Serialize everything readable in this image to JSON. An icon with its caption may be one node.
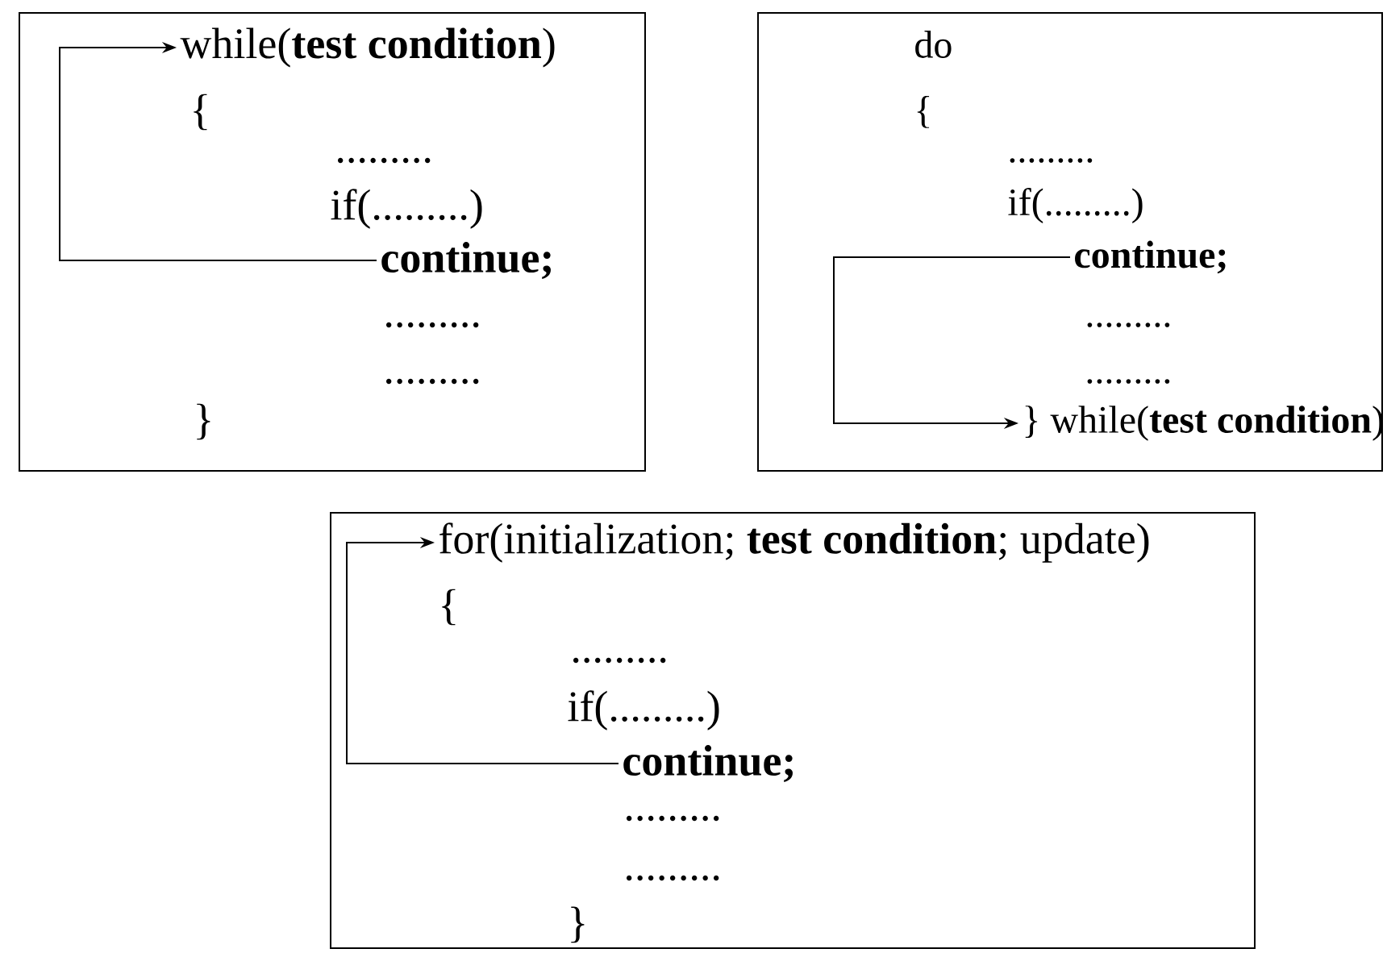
{
  "diagram": {
    "nodes": [
      {
        "text": [],
        "shape": "box"
      },
      {
        "text": [
          "while(**test condition**)"
        ],
        "in": 0
      },
      {
        "text": [
          "{"
        ],
        "in": 0
      },
      {
        "text": [
          "........."
        ],
        "in": 0
      },
      {
        "text": [
          "if(.........)"
        ],
        "in": 0
      },
      {
        "text": [
          "continue;"
        ],
        "in": 0
      },
      {
        "text": [
          "........."
        ],
        "in": 0
      },
      {
        "text": [
          "........."
        ],
        "in": 0
      },
      {
        "text": [
          "}"
        ],
        "in": 0
      },
      {
        "text": [],
        "shape": "box"
      },
      {
        "text": [
          "do"
        ],
        "in": 9
      },
      {
        "text": [
          "{"
        ],
        "in": 9
      },
      {
        "text": [
          "........."
        ],
        "in": 9
      },
      {
        "text": [
          "if(.........)"
        ],
        "in": 9
      },
      {
        "text": [
          "continue;"
        ],
        "in": 9
      },
      {
        "text": [
          "........."
        ],
        "in": 9
      },
      {
        "text": [
          "........."
        ],
        "in": 9
      },
      {
        "text": [
          "} while(**test condition**)"
        ],
        "in": 9
      },
      {
        "text": [],
        "shape": "box"
      },
      {
        "text": [
          "for(initialization; **test condition**; update)"
        ],
        "in": 18
      },
      {
        "text": [
          "{"
        ],
        "in": 18
      },
      {
        "text": [
          "........."
        ],
        "in": 18
      },
      {
        "text": [
          "if(.........)"
        ],
        "in": 18
      },
      {
        "text": [
          "continue;"
        ],
        "in": 18
      },
      {
        "text": [
          "........."
        ],
        "in": 18
      },
      {
        "text": [
          "........."
        ],
        "in": 18
      },
      {
        "text": [
          "}"
        ],
        "in": 18
      }
    ],
    "edges": [
      {
        "from": 5,
        "to": 1,
        "arrow": "to"
      },
      {
        "from": 14,
        "to": 17,
        "arrow": "to"
      },
      {
        "from": 23,
        "to": 19,
        "arrow": "to"
      }
    ]
  }
}
